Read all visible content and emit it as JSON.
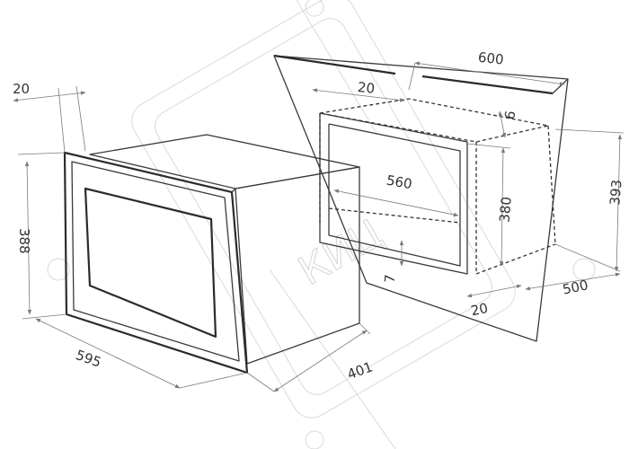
{
  "dimensions": {
    "cabinet_width": "600",
    "side_gap": "20",
    "top_gap": "6",
    "niche_width": "560",
    "niche_height": "380",
    "cabinet_height": "393",
    "cabinet_depth": "500",
    "front_gap": "20",
    "bottom_gap": "7",
    "front_thickness": "20",
    "appliance_height": "388",
    "appliance_width": "595",
    "appliance_depth": "401"
  },
  "watermark": {
    "text": "КИЦ"
  },
  "colors": {
    "line": "#2b2b2b",
    "dimension": "#7a7a7a",
    "watermark": "#d9d9d9"
  }
}
